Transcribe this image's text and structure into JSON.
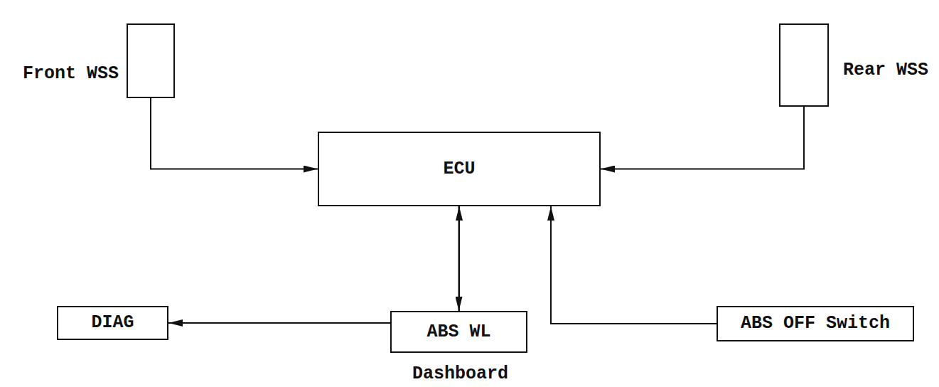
{
  "diagram": {
    "nodes": [
      {
        "text": [
          "Front WSS"
        ]
      },
      {
        "text": [
          "ECU"
        ]
      },
      {
        "text": [
          "Rear WSS"
        ]
      },
      {
        "text": [
          "DIAG"
        ]
      },
      {
        "text": [
          "ABS WL",
          "Dashboard"
        ]
      },
      {
        "text": [
          "ABS OFF Switch"
        ]
      }
    ],
    "edges": [
      {
        "from": 0,
        "to": 1,
        "arrow": "to"
      },
      {
        "from": 2,
        "to": 1,
        "arrow": "to"
      },
      {
        "from": 1,
        "to": 3,
        "arrow": "both"
      },
      {
        "from": 1,
        "to": 4,
        "arrow": "to"
      },
      {
        "from": 5,
        "to": 1,
        "arrow": "to"
      }
    ]
  }
}
